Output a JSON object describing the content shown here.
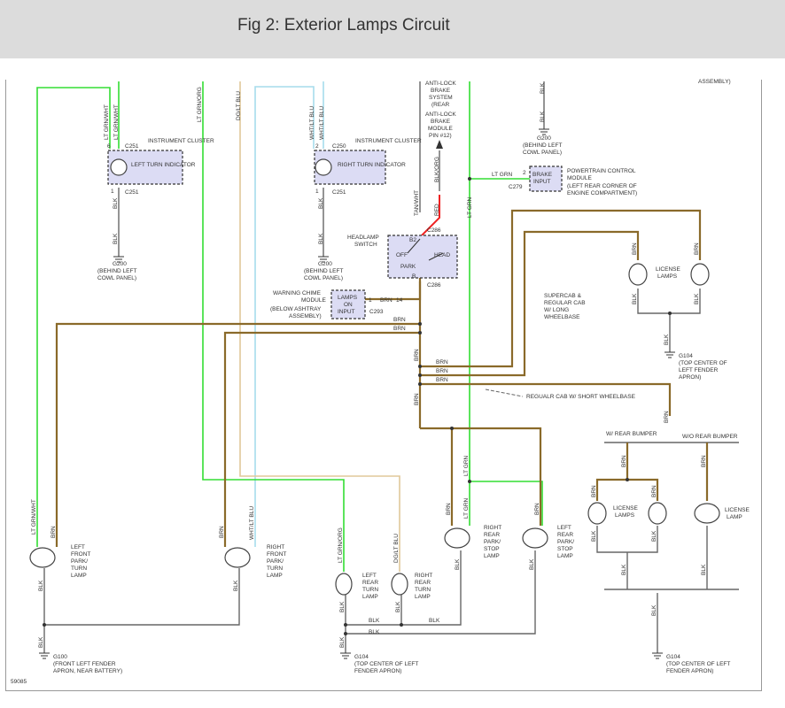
{
  "title": "Fig 2: Exterior Lamps Circuit",
  "figure_id": "59085",
  "connectors": {
    "c251": "C251",
    "c250": "C250",
    "c286": "C286",
    "c293": "C293",
    "c279": "C279"
  },
  "pins": {
    "p6": "6",
    "p1": "1",
    "p2": "2",
    "p14": "14",
    "b2": "B2",
    "b": "B"
  },
  "wires": {
    "lt_grn_wht": "LT GRN/WHT",
    "lt_grn_org": "LT GRN/ORG",
    "dg_lt_blu": "DG/LT BLU",
    "wht_lt_blu": "WHT/LT BLU",
    "blk": "BLK",
    "brn": "BRN",
    "lt_grn": "LT GRN",
    "blk_org": "BLK/ORG",
    "tan_wht": "TAN/WHT",
    "red": "RED"
  },
  "components": {
    "instrument_cluster": "INSTRUMENT CLUSTER",
    "left_turn_indicator": "LEFT TURN INDICATOR",
    "right_turn_indicator": "RIGHT TURN INDICATOR",
    "abs_rear_1": "ANTI-LOCK",
    "abs_rear_2": "BRAKE",
    "abs_rear_3": "SYSTEM",
    "abs_rear_4": "(REAR",
    "abs_mod_1": "ANTI-LOCK",
    "abs_mod_2": "BRAKE",
    "abs_mod_3": "MODULE",
    "abs_mod_4": "PIN #12)",
    "headlamp_switch_1": "HEADLAMP",
    "headlamp_switch_2": "SWITCH",
    "off": "OFF",
    "head": "HEAD",
    "park": "PARK",
    "warning_chime_1": "WARNING CHIME",
    "warning_chime_2": "MODULE",
    "warning_chime_3": "(BELOW ASHTRAY",
    "warning_chime_4": "ASSEMBLY)",
    "lamps_on_1": "LAMPS",
    "lamps_on_2": "ON",
    "lamps_on_3": "INPUT",
    "brake_input_1": "BRAKE",
    "brake_input_2": "INPUT",
    "pcm_1": "POWERTRAIN CONTROL",
    "pcm_2": "MODULE",
    "pcm_3": "(LEFT REAR CORNER OF",
    "pcm_4": "ENGINE COMPARTMENT)",
    "license_lamps_1": "LICENSE",
    "license_lamps_2": "LAMPS",
    "supercab_1": "SUPERCAB &",
    "supercab_2": "REGULAR CAB",
    "supercab_3": "W/ LONG",
    "supercab_4": "WHEELBASE",
    "regular_cab": "REGUALR CAB W/ SHORT WHEELBASE",
    "w_rear_bumper": "W/ REAR BUMPER",
    "wo_rear_bumper": "W/O REAR BUMPER",
    "license_lamp_1": "LICENSE",
    "license_lamp_2": "LAMP",
    "lfp_1": "LEFT",
    "lfp_2": "FRONT",
    "lfp_3": "PARK/",
    "lfp_4": "TURN",
    "lfp_5": "LAMP",
    "rfp_1": "RIGHT",
    "rfp_2": "FRONT",
    "rfp_3": "PARK/",
    "rfp_4": "TURN",
    "rfp_5": "LAMP",
    "lrt_1": "LEFT",
    "lrt_2": "REAR",
    "lrt_3": "TURN",
    "lrt_4": "LAMP",
    "rrt_1": "RIGHT",
    "rrt_2": "REAR",
    "rrt_3": "TURN",
    "rrt_4": "LAMP",
    "rrp_1": "RIGHT",
    "rrp_2": "REAR",
    "rrp_3": "PARK/",
    "rrp_4": "STOP",
    "rrp_5": "LAMP",
    "lrp_1": "LEFT",
    "lrp_2": "REAR",
    "lrp_3": "PARK/",
    "lrp_4": "STOP",
    "lrp_5": "LAMP"
  },
  "grounds": {
    "g200": "G200",
    "g104": "G104",
    "g100": "G100",
    "behind_left_1": "(BEHIND LEFT",
    "behind_left_2": "COWL PANEL)",
    "top_center_1": "(TOP CENTER OF",
    "top_center_2": "LEFT FENDER",
    "top_center_3": "APRON)",
    "top_center_left_1": "(TOP CENTER OF LEFT",
    "top_center_left_2": "FENDER APRON)",
    "front_left_1": "(FRONT LEFT FENDER",
    "front_left_2": "APRON, NEAR BATTERY)",
    "assembly_partial": "ASSEMBLY)"
  },
  "colors": {
    "brown_wire": "#8a6a2a",
    "green_wire": "#33dd33",
    "light_blue_wire": "#a6dcec",
    "orange_wire": "#e0c89a",
    "black_wire": "#666666",
    "red_wire": "#ee2222",
    "module_fill": "#dcdcf4",
    "title_bar": "#dcdcdc"
  }
}
